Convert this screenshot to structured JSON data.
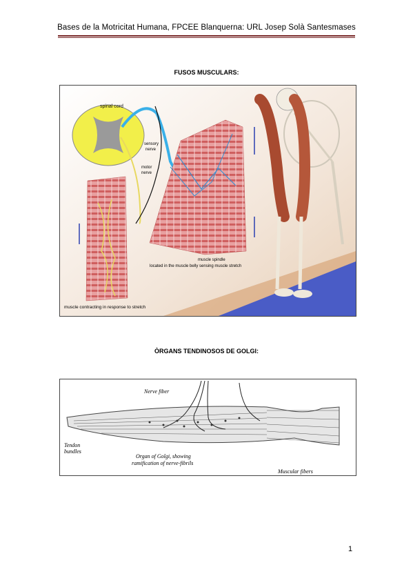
{
  "header": {
    "text": "Bases de la Motricitat Humana, FPCEE Blanquerna: URL  Josep Solà Santesmases"
  },
  "section1": {
    "title": "FUSOS MUSCULARS:",
    "figure": {
      "labels": {
        "spinal_cord": "spinal cord",
        "sensory_nerve_1": "sensory",
        "sensory_nerve_2": "nerve",
        "motor_nerve_1": "motor",
        "motor_nerve_2": "nerve",
        "muscle_spindle_1": "muscle spindle",
        "muscle_spindle_2": "located in the muscle belly sensing muscle stretch",
        "contracting": "muscle contracting in response to stretch"
      }
    }
  },
  "section2": {
    "title": "ÒRGANS TENDINOSOS DE GOLGI:",
    "figure": {
      "labels": {
        "nerve_fiber": "Nerve fiber",
        "tendon_1": "Tendon",
        "tendon_2": "bundles",
        "organ_1": "Organ of Golgi, showing",
        "organ_2": "ramification of nerve-fibrils",
        "muscular": "Muscular fibers"
      }
    }
  },
  "footer": {
    "page_number": "1"
  }
}
